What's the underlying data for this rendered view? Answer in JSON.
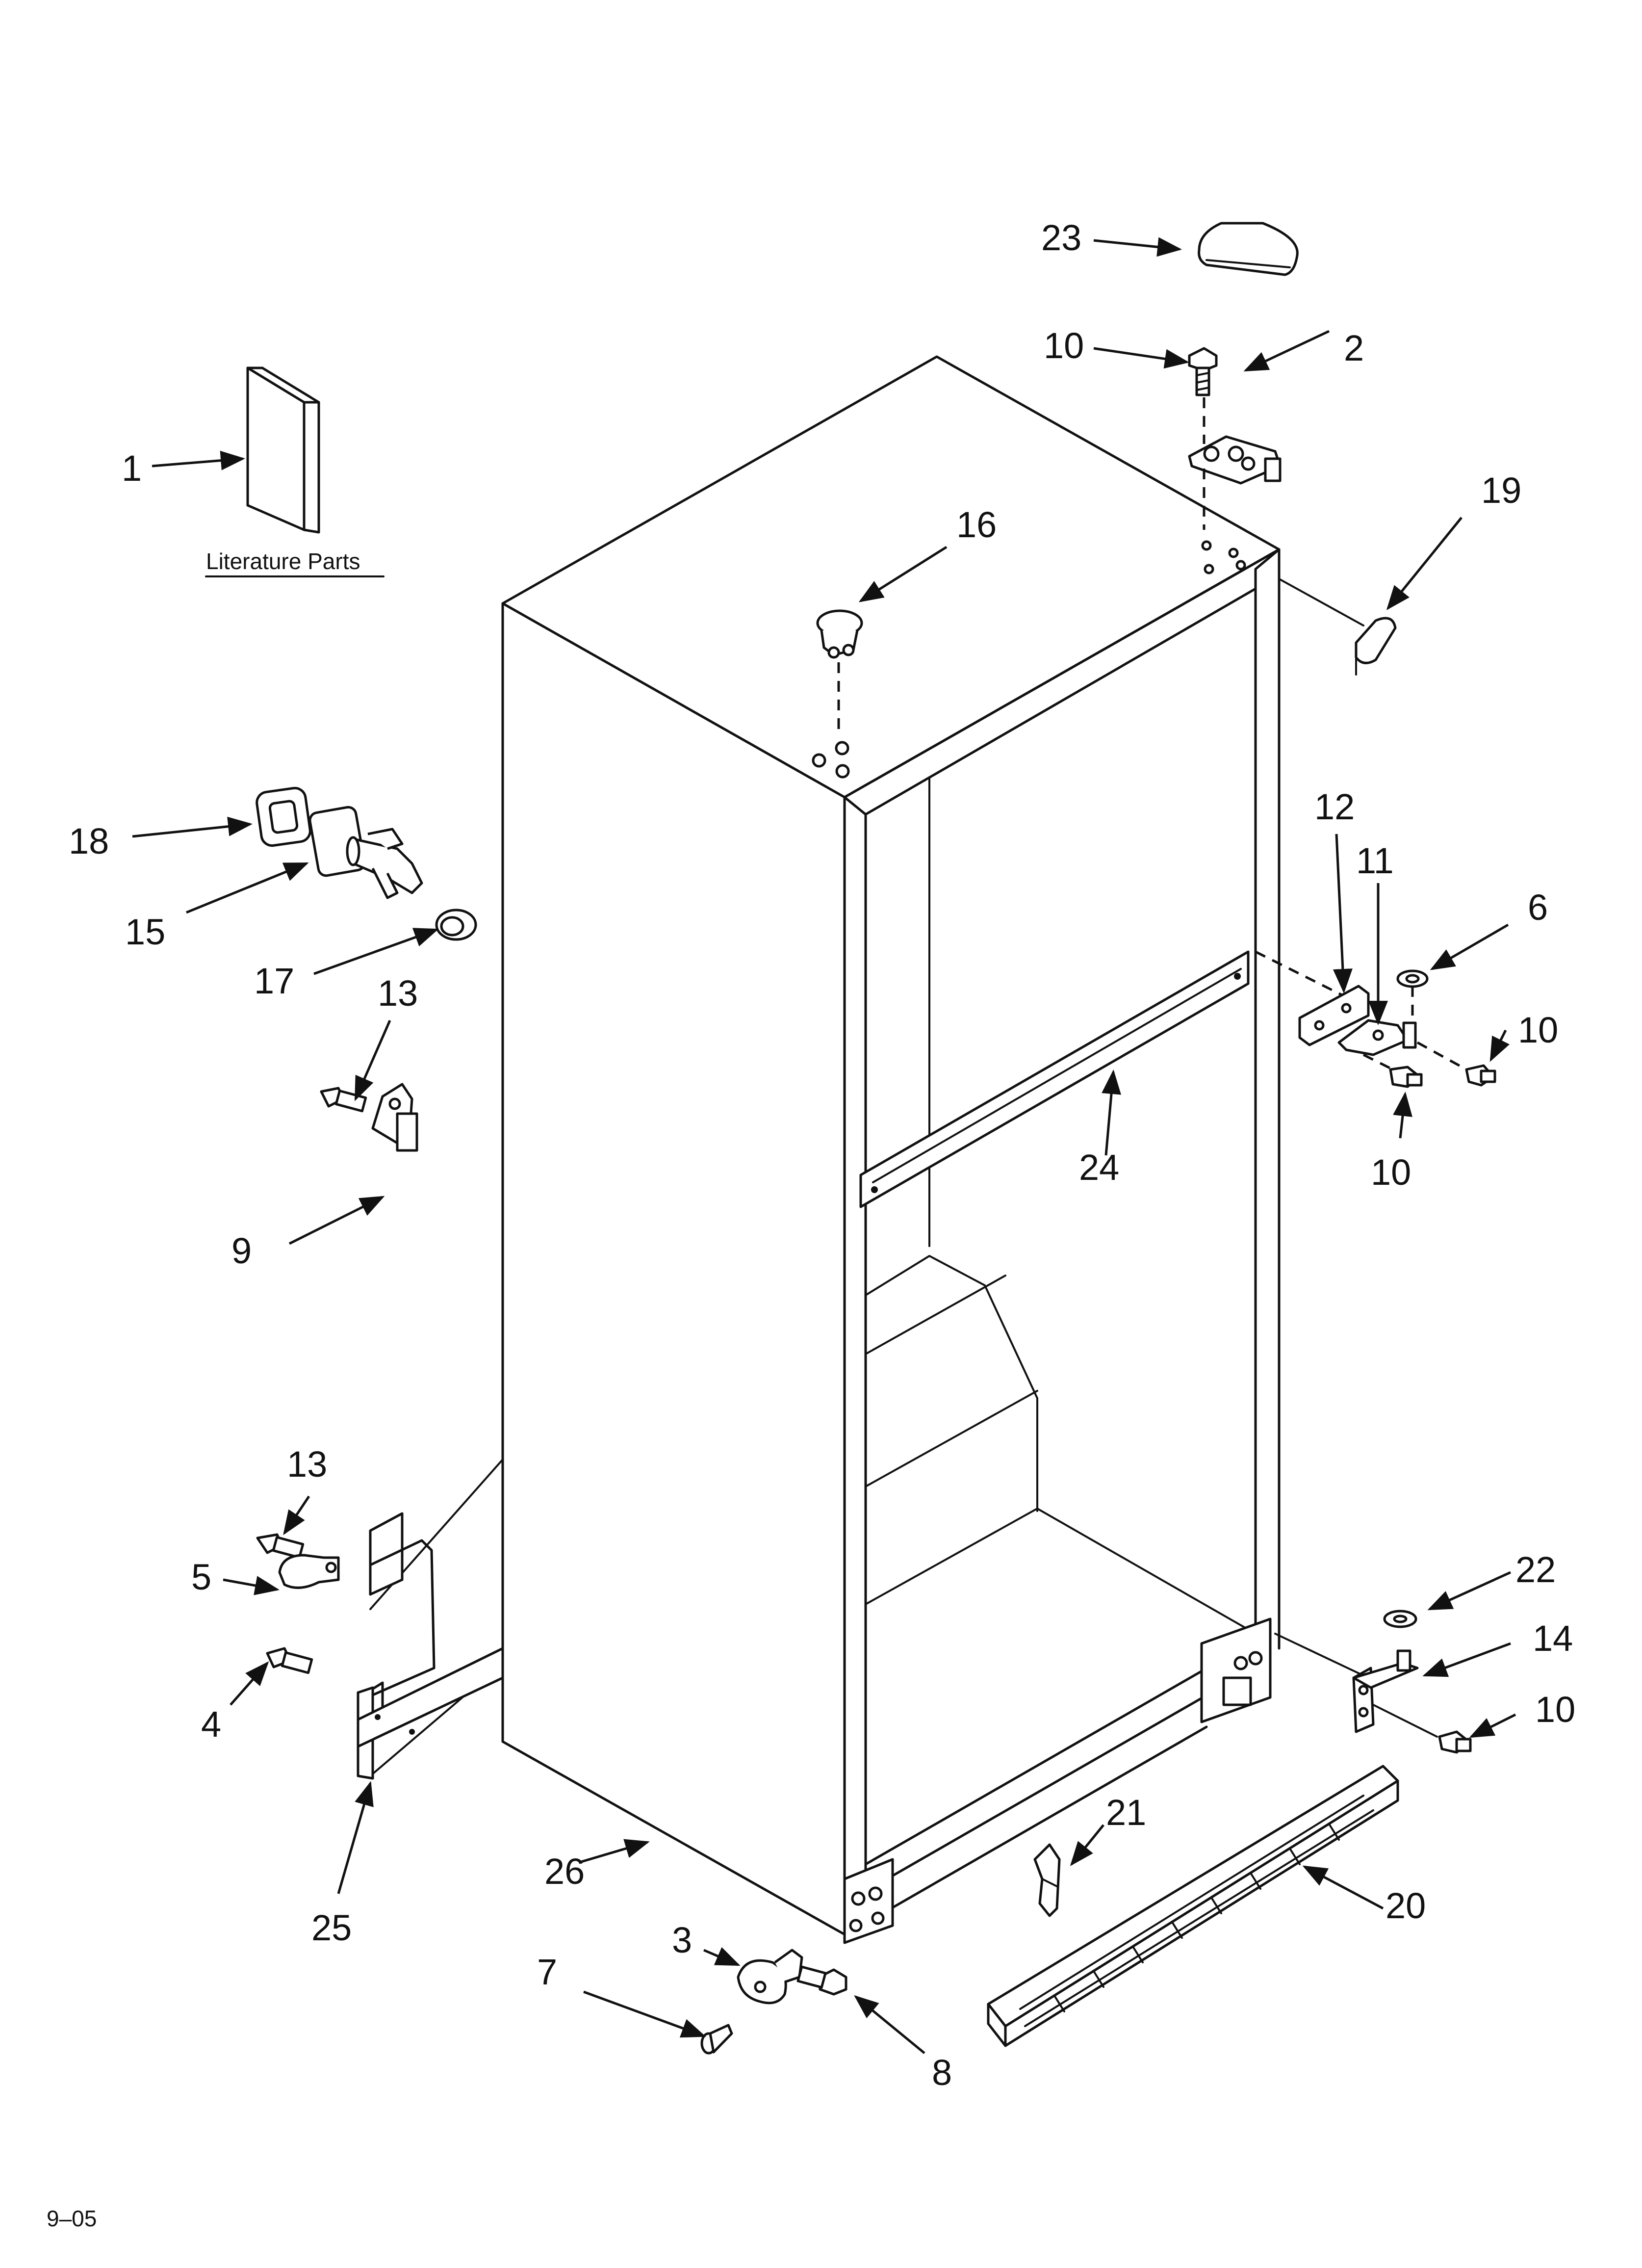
{
  "diagram": {
    "literature_label": "Literature Parts",
    "revision_stamp": "9–05",
    "callouts": {
      "p1": "1",
      "p2": "2",
      "p3": "3",
      "p4": "4",
      "p5": "5",
      "p6": "6",
      "p7": "7",
      "p8": "8",
      "p9": "9",
      "p10a": "10",
      "p10b": "10",
      "p10c": "10",
      "p10d": "10",
      "p11": "11",
      "p12": "12",
      "p13a": "13",
      "p13b": "13",
      "p14": "14",
      "p15": "15",
      "p16": "16",
      "p17": "17",
      "p18": "18",
      "p19": "19",
      "p20": "20",
      "p21": "21",
      "p22": "22",
      "p23": "23",
      "p24": "24",
      "p25": "25",
      "p26": "26"
    }
  }
}
